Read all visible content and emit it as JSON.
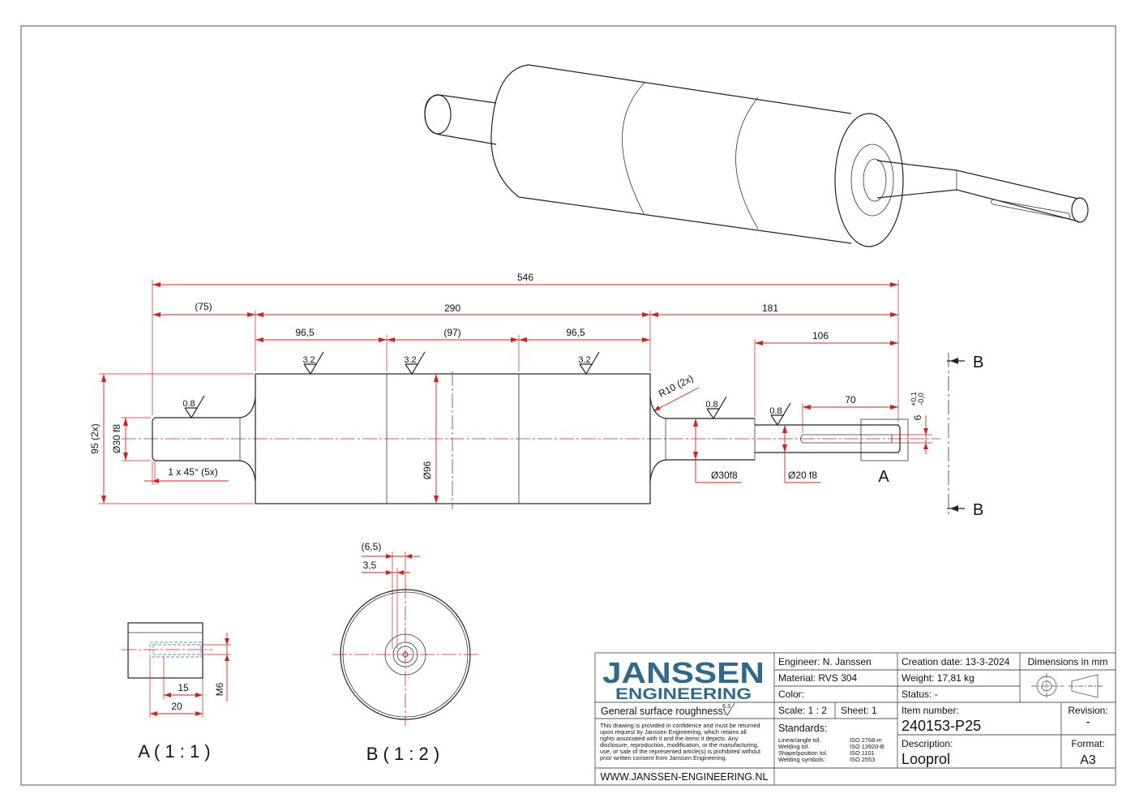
{
  "views": {
    "detail_a_label": "A",
    "section_b_label_top": "B",
    "section_b_label_bottom": "B",
    "view_a_title": "A ( 1 : 1 )",
    "view_b_title": "B ( 1 : 2 )"
  },
  "dimensions": {
    "overall": "546",
    "left_shaft": "(75)",
    "roller": "290",
    "right_shaft": "181",
    "seg_left": "96,5",
    "seg_mid": "(97)",
    "seg_right": "96,5",
    "shaft_end": "106",
    "key_length": "70",
    "diameter_left": "Ø30 f8",
    "height_95": "95 (2x)",
    "chamfer": "1 x 45° (5x)",
    "diameter_96": "Ø96",
    "radius": "R10 (2x)",
    "diameter_30_right": "Ø30f8",
    "diameter_20": "Ø20 f8",
    "key_width": "6",
    "key_tol_upper": "+0,1",
    "key_tol_lower": "-0,0",
    "detail_15": "15",
    "detail_20": "20",
    "detail_m6": "M6",
    "section_65": "(6,5)",
    "section_35": "3,5"
  },
  "roughness": {
    "r1": "0.8",
    "r2": "3.2",
    "r3": "3.2",
    "r4": "3.2",
    "r5": "0.8",
    "r6": "0.8",
    "general_value": "6,3"
  },
  "title_block": {
    "logo_line1": "JANSSEN",
    "logo_line2": "ENGINEERING",
    "general_roughness_label": "General surface roughness:",
    "disclaimer_lines": [
      "This drawing is provided in confidence and must be returned",
      "upon request by Janssen Engineering, which retains all",
      "rights associated with it and the items it depicts. Any",
      "disclosure, reproduction, modification, or the manufacturing,",
      "use, or sale of the represented article(s) is prohibited without",
      "prior written consent from Janssen Engineering."
    ],
    "website": "WWW.JANSSEN-ENGINEERING.NL",
    "engineer": "Engineer: N. Janssen",
    "material": "Material: RVS 304",
    "color": "Color:",
    "scale": "Scale: 1 : 2",
    "sheet": "Sheet: 1",
    "standards_label": "Standards:",
    "standards": [
      {
        "name": "Linear/angle tol.",
        "value": "ISO 2768-m"
      },
      {
        "name": "Welding tol.",
        "value": "ISO 13920-B"
      },
      {
        "name": "Shape/position tol.",
        "value": "ISO 1101"
      },
      {
        "name": "Welding symbols:",
        "value": "ISO 2553"
      }
    ],
    "creation_date": "Creation date: 13-3-2024",
    "weight": "Weight: 17,81 kg",
    "status": "Status: -",
    "item_number_label": "Item number:",
    "item_number": "240153-P25",
    "description_label": "Description:",
    "description": "Looprol",
    "dimensions_unit": "Dimensions in mm",
    "revision_label": "Revision:",
    "revision": "-",
    "format_label": "Format:",
    "format": "A3"
  }
}
